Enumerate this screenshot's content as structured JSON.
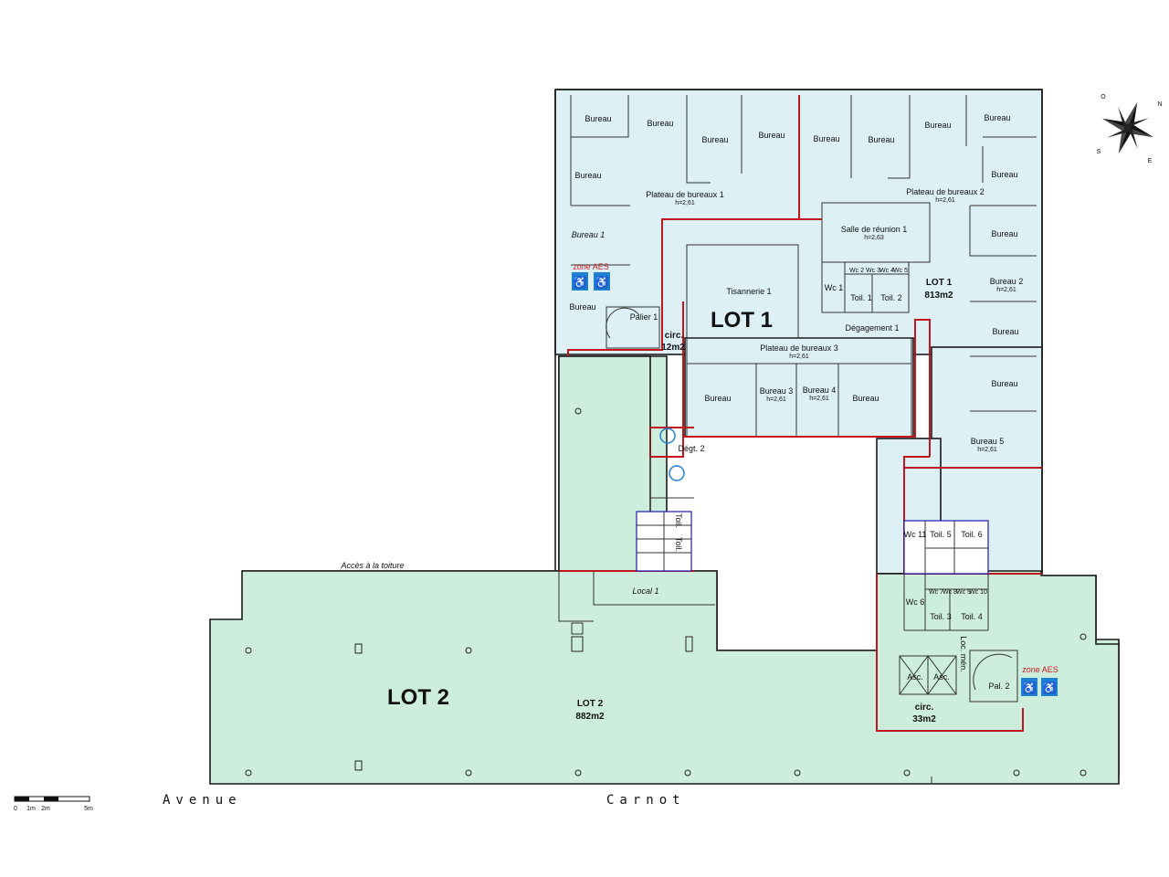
{
  "colors": {
    "lot1_fill": "#dcf0f5",
    "lot2_fill": "#cdeedd",
    "lot_boundary": "#c0161c",
    "accessibility": "#1f7fd0"
  },
  "lots": {
    "lot1": {
      "big_label": "LOT 1",
      "label": "LOT 1",
      "area": "813m2"
    },
    "lot2": {
      "big_label": "LOT 2",
      "label": "LOT 2",
      "area": "882m2"
    }
  },
  "rooms": {
    "bureau": "Bureau",
    "bureau_1": "Bureau 1",
    "bureau_2": "Bureau 2",
    "bureau_3": "Bureau 3",
    "bureau_4": "Bureau 4",
    "bureau_5": "Bureau 5",
    "plateau_1": "Plateau de bureaux 1",
    "plateau_2": "Plateau de bureaux 2",
    "plateau_3": "Plateau de bureaux 3",
    "salle_reunion": "Salle de réunion 1",
    "tisannerie": "Tisannerie 1",
    "degagement_1": "Dégagement 1",
    "degt_2": "Dégt. 2",
    "palier_1": "Palier 1",
    "pal_2": "Pal. 2",
    "circ": "circ.",
    "circ_1_area": "12m2",
    "circ_2_area": "33m2",
    "local_1": "Local 1",
    "loc_men": "Loc. mén.",
    "acces_toiture": "Accès à la toiture",
    "zone_aes": "zone AES",
    "asc": "Asc.",
    "wc_1": "Wc 1",
    "wc_6": "Wc 6",
    "wc_11": "Wc 11",
    "toil_1": "Toil. 1",
    "toil_2": "Toil. 2",
    "toil_3": "Toil. 3",
    "toil_4": "Toil. 4",
    "toil_5": "Toil. 5",
    "toil_6": "Toil. 6",
    "toil_left_1": "Toil.",
    "toil_left_2": "Toil.",
    "wc2": "Wc 2",
    "wc3": "Wc 3",
    "wc4": "Wc 4",
    "wc5": "Wc 5",
    "wc7": "Wc 7",
    "wc8": "Wc 8",
    "wc9": "Wc 9",
    "wc10": "Wc 10"
  },
  "heights": {
    "h261": "h=2,61",
    "h263": "h=2,63"
  },
  "street": {
    "word1": "Avenue",
    "word2": "Carnot"
  },
  "scale": {
    "t0": "0",
    "t1": "1m",
    "t2": "2m",
    "t5": "5m"
  },
  "compass": {
    "o": "O",
    "n": "N",
    "s": "S",
    "e": "E"
  }
}
